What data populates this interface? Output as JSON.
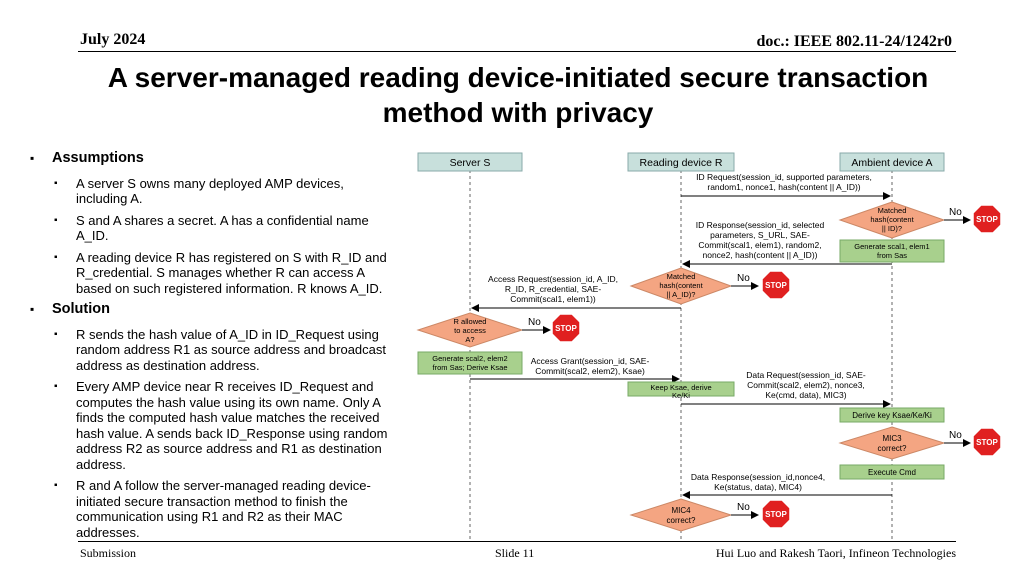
{
  "header": {
    "date": "July 2024",
    "doc_id": "doc.: IEEE 802.11-24/1242r0"
  },
  "title": "A server-managed reading device-initiated secure transaction method with privacy",
  "bullets": {
    "assumptions_heading": "Assumptions",
    "assumptions": [
      "A server S owns many deployed AMP devices, including A.",
      "S and A shares a secret. A has a confidential name A_ID.",
      "A reading device R has registered on S with R_ID and R_credential. S manages whether R can access A based on such registered information. R knows A_ID."
    ],
    "solution_heading": "Solution",
    "solution": [
      "R sends the hash value of A_ID in ID_Request using random address R1 as source address and broadcast address as destination address.",
      "Every AMP device near R receives ID_Request and computes the hash value using its own name. Only A finds the computed hash value matches the received hash value. A sends back ID_Response using random address R2 as source address and R1 as destination address.",
      "R and A follow the server-managed reading device-initiated secure transaction method to finish the communication using R1 and R2 as their MAC addresses."
    ]
  },
  "diagram": {
    "lanes": {
      "server": "Server S",
      "reader": "Reading device R",
      "ambient": "Ambient device A"
    },
    "messages": {
      "id_request": [
        "ID Request(session_id,  supported  parameters,",
        "random1,  nonce1, hash(content  || A_ID))"
      ],
      "id_response": [
        "ID Response(session_id,  selected",
        "parameters,  S_URL,  SAE-",
        "Commit(scal1,  elem1),  random2,",
        "nonce2,  hash(content  || A_ID))"
      ],
      "access_request": [
        "Access Request(session_id,  A_ID,",
        "R_ID,  R_credential,  SAE-",
        "Commit(scal1,  elem1))"
      ],
      "access_grant": [
        "Access Grant(session_id,  SAE-",
        "Commit(scal2,  elem2),  Ksae)"
      ],
      "data_request": [
        "Data Request(session_id,  SAE-",
        "Commit(scal2,  elem2),  nonce3,",
        "Ke(cmd,  data),  MIC3)"
      ],
      "data_response": [
        "Data Response(session_id,nonce4,",
        "Ke(status,  data),  MIC4)"
      ]
    },
    "decisions": {
      "matched_a": [
        "Matched",
        "hash(content",
        "|| ID)?"
      ],
      "matched_r": [
        "Matched",
        "hash(content",
        "|| A_ID)?"
      ],
      "allowed": [
        "R allowed",
        "to access",
        "A?"
      ],
      "mic3": [
        "MIC3",
        "correct?"
      ],
      "mic4": [
        "MIC4",
        "correct?"
      ]
    },
    "processes": {
      "gen_a": [
        "Generate  scal1, elem1",
        "from Sas"
      ],
      "gen_s": [
        "Generate  scal2, elem2",
        "from Sas; Derive Ksae"
      ],
      "keep_r": [
        "Keep Ksae, derive",
        "Ke/Ki"
      ],
      "derive_a": [
        "Derive key Ksae/Ke/Ki"
      ],
      "execute": [
        "Execute  Cmd"
      ]
    },
    "no_label": "No",
    "stop_label": "STOP"
  },
  "footer": {
    "left": "Submission",
    "center": "Slide 11",
    "right": "Hui Luo and Rakesh Taori, Infineon Technologies"
  },
  "colors": {
    "lane_header": "#c8e0dc",
    "decision": "#f4a582",
    "process": "#a8d08d",
    "stop": "#e02020"
  }
}
